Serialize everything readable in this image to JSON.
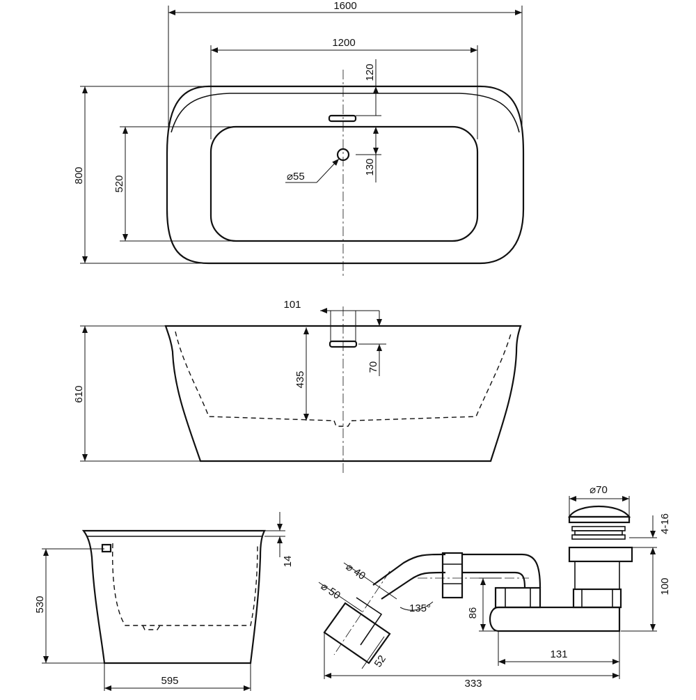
{
  "top_view": {
    "overall_length": "1600",
    "inner_length": "1200",
    "overall_width": "800",
    "inner_width": "520",
    "rim_offset": "120",
    "drain_offset": "130",
    "drain_diameter": "⌀55"
  },
  "side_view": {
    "overflow_offset": "101",
    "overflow_height": "70",
    "inner_depth": "435",
    "overall_height": "610"
  },
  "end_view": {
    "overall_height": "530",
    "overall_width": "595",
    "rim_thickness": "14"
  },
  "drain_detail": {
    "cap_diameter": "⌀70",
    "cap_adjust": "4-16",
    "trap_height": "100",
    "pipe_diameter_inner": "⌀ 40",
    "pipe_diameter_outer": "⌀ 50",
    "angle": "135°",
    "outlet_height": "86",
    "drain_spacing": "131",
    "overall_length": "333",
    "outlet_length": "52"
  }
}
